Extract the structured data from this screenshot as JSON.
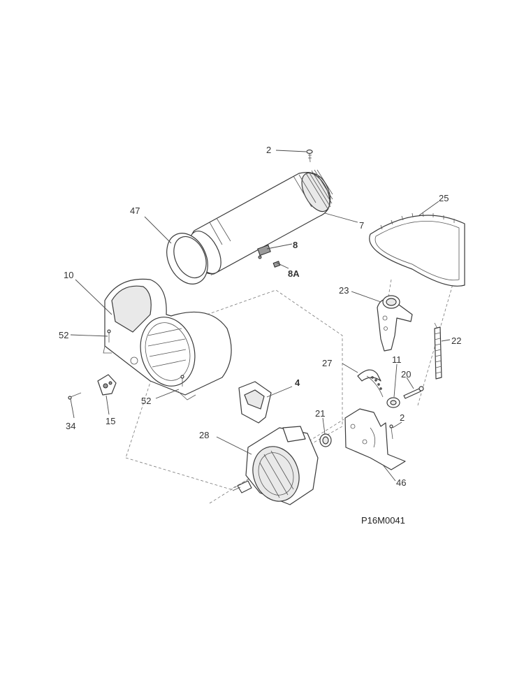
{
  "diagram": {
    "code": "P16M0041",
    "callouts": {
      "c2_top": "2",
      "c7": "7",
      "c8": "8",
      "c8a": "8A",
      "c47": "47",
      "c25": "25",
      "c10": "10",
      "c52_left": "52",
      "c52_bottom": "52",
      "c34": "34",
      "c15": "15",
      "c4": "4",
      "c23": "23",
      "c22": "22",
      "c27": "27",
      "c11": "11",
      "c20": "20",
      "c21": "21",
      "c2_bracket": "2",
      "c28": "28",
      "c46": "46"
    }
  }
}
